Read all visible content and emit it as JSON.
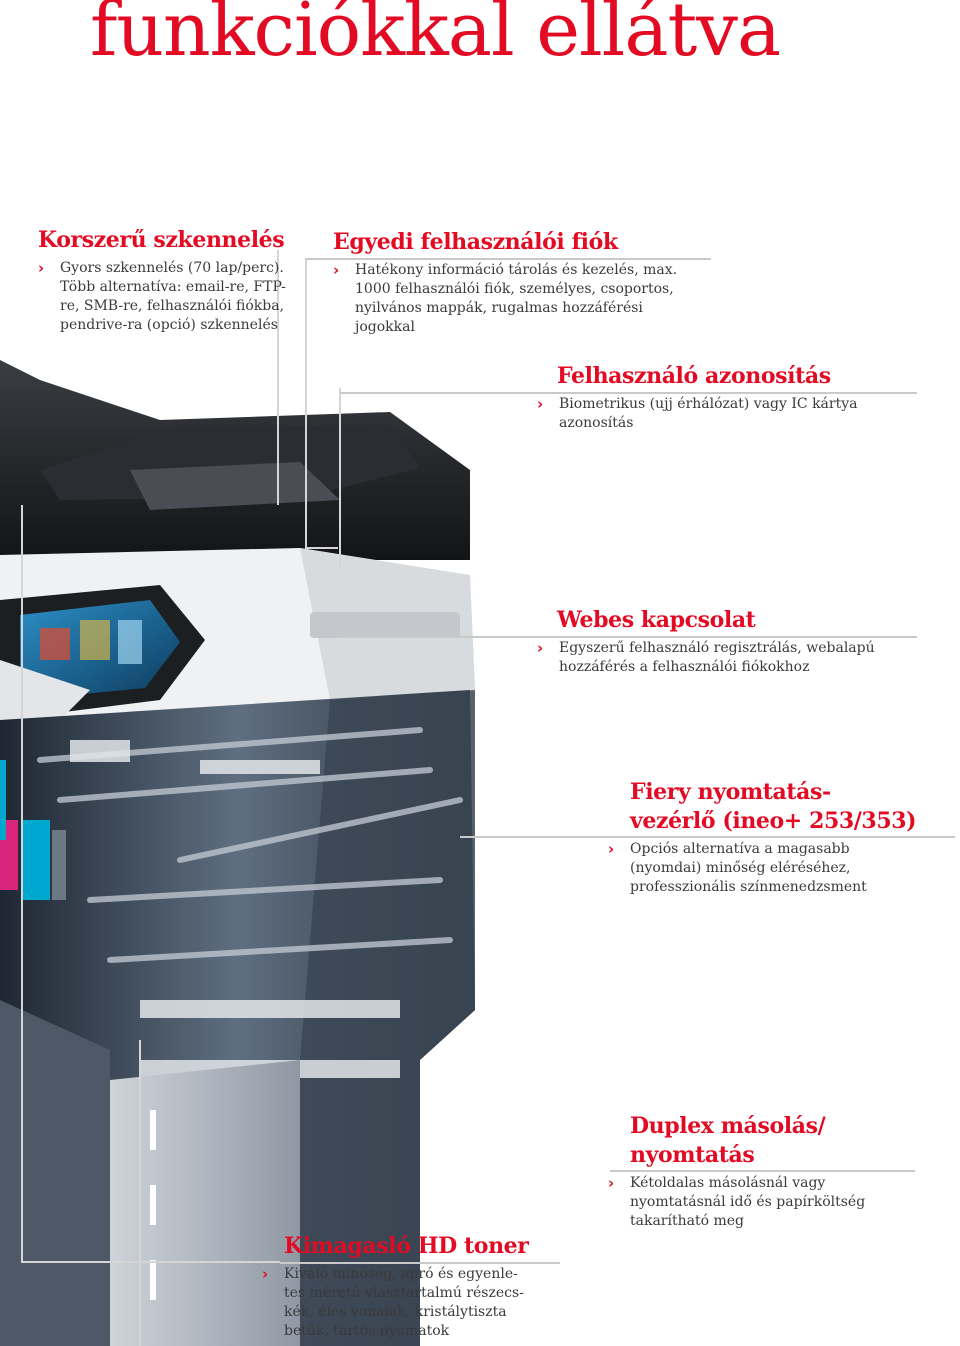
{
  "page": {
    "title": "funkciókkal ellátva"
  },
  "colors": {
    "accent": "#e30b23",
    "text": "#3a3a3a",
    "rule": "#c9c9c9"
  },
  "icons": {
    "bullet": "chevron-right-icon",
    "figure": "multifunction-printer-illustration"
  },
  "callouts": {
    "scanning": {
      "heading": "Korszerű szkennelés",
      "lines": [
        "Gyors szkennelés (70 lap/perc).",
        "Több alternatíva: email-re, FTP-",
        "re, SMB-re, felhasználói fiókba,",
        "pendrive-ra (opció) szkennelés"
      ]
    },
    "user_box": {
      "heading": "Egyedi felhasználói fiók",
      "lines": [
        "Hatékony információ tárolás és kezelés, max.",
        "1000 felhasználói fiók, személyes, csoportos,",
        "nyilvános mappák, rugalmas hozzáférési",
        "jogokkal"
      ]
    },
    "authentication": {
      "heading": "Felhasználó azonosítás",
      "lines": [
        "Biometrikus (ujj érhálózat) vagy IC kártya",
        "azonosítás"
      ]
    },
    "web": {
      "heading": "Webes kapcsolat",
      "lines": [
        "Egyszerű felhasználó regisztrálás, webalapú",
        "hozzáférés a felhasználói fiókokhoz"
      ]
    },
    "fiery": {
      "heading_line1": "Fiery nyomtatás-",
      "heading_line2": "vezérlő (ineo+ 253/353)",
      "lines": [
        "Opciós alternatíva a magasabb",
        "(nyomdai) minőség eléréséhez,",
        "professzionális színmenedzsment"
      ]
    },
    "duplex": {
      "heading_line1": "Duplex másolás/",
      "heading_line2": "nyomtatás",
      "lines": [
        "Kétoldalas másolásnál vagy",
        "nyomtatásnál idő és papírköltség",
        "takarítható meg"
      ]
    },
    "toner": {
      "heading": "Kimagasló HD toner",
      "lines": [
        "Kiváló minőség, apró és egyenle-",
        "tes méretű viasztartalmú részecs-",
        "kék, éles vonalak, kristálytiszta",
        "betűk, tartós nyomatok"
      ]
    }
  }
}
